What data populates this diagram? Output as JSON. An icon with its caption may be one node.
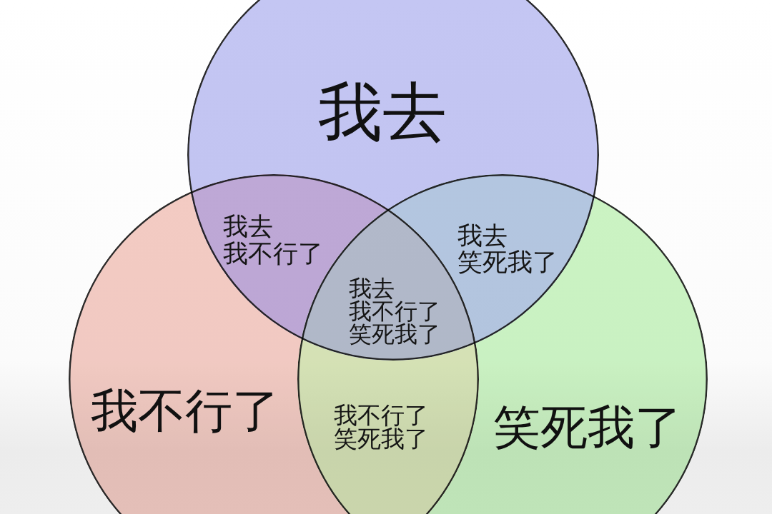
{
  "diagram": {
    "nodes": [
      {
        "text": [
          "我去"
        ]
      },
      {
        "text": [
          "我不行了"
        ]
      },
      {
        "text": [
          "笑死我了"
        ]
      }
    ],
    "labels": [
      "我去",
      "我不行了",
      "我去",
      "笑死我了",
      "我去",
      "我不行了",
      "笑死我了",
      "我不行了",
      "笑死我了"
    ]
  }
}
